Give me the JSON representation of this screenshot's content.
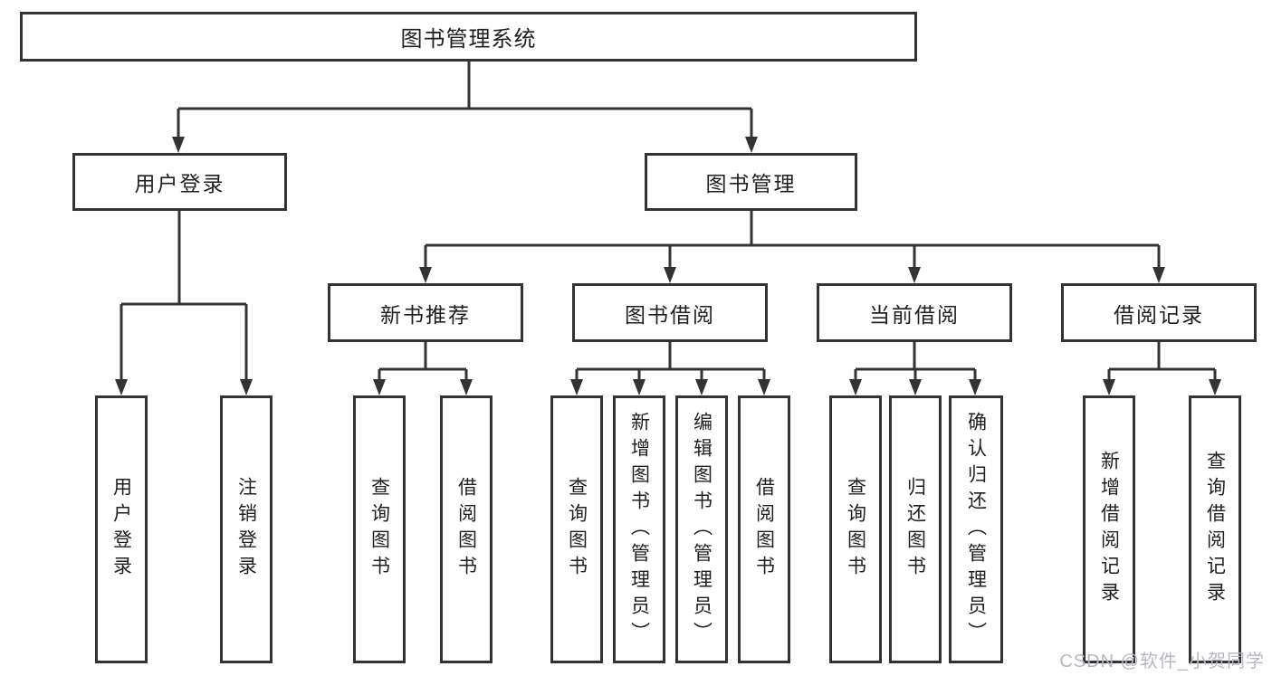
{
  "colors": {
    "line": "#333333",
    "text": "#1f1f1f",
    "background": "#ffffff",
    "watermark": "#b5b8bf"
  },
  "tree": {
    "root": {
      "label": "图书管理系统"
    },
    "level2": [
      {
        "label": "用户登录"
      },
      {
        "label": "图书管理"
      }
    ],
    "level3": [
      {
        "label": "新书推荐"
      },
      {
        "label": "图书借阅"
      },
      {
        "label": "当前借阅"
      },
      {
        "label": "借阅记录"
      }
    ],
    "leaves": [
      {
        "label": "用户登录"
      },
      {
        "label": "注销登录"
      },
      {
        "label": "查询图书"
      },
      {
        "label": "借阅图书"
      },
      {
        "label": "查询图书"
      },
      {
        "label": "新增图书（管理员）"
      },
      {
        "label": "编辑图书（管理员）"
      },
      {
        "label": "借阅图书"
      },
      {
        "label": "查询图书"
      },
      {
        "label": "归还图书"
      },
      {
        "label": "确认归还（管理员）"
      },
      {
        "label": "新增借阅记录"
      },
      {
        "label": "查询借阅记录"
      }
    ]
  },
  "watermark": {
    "text": "CSDN @软件_小贺同学"
  }
}
